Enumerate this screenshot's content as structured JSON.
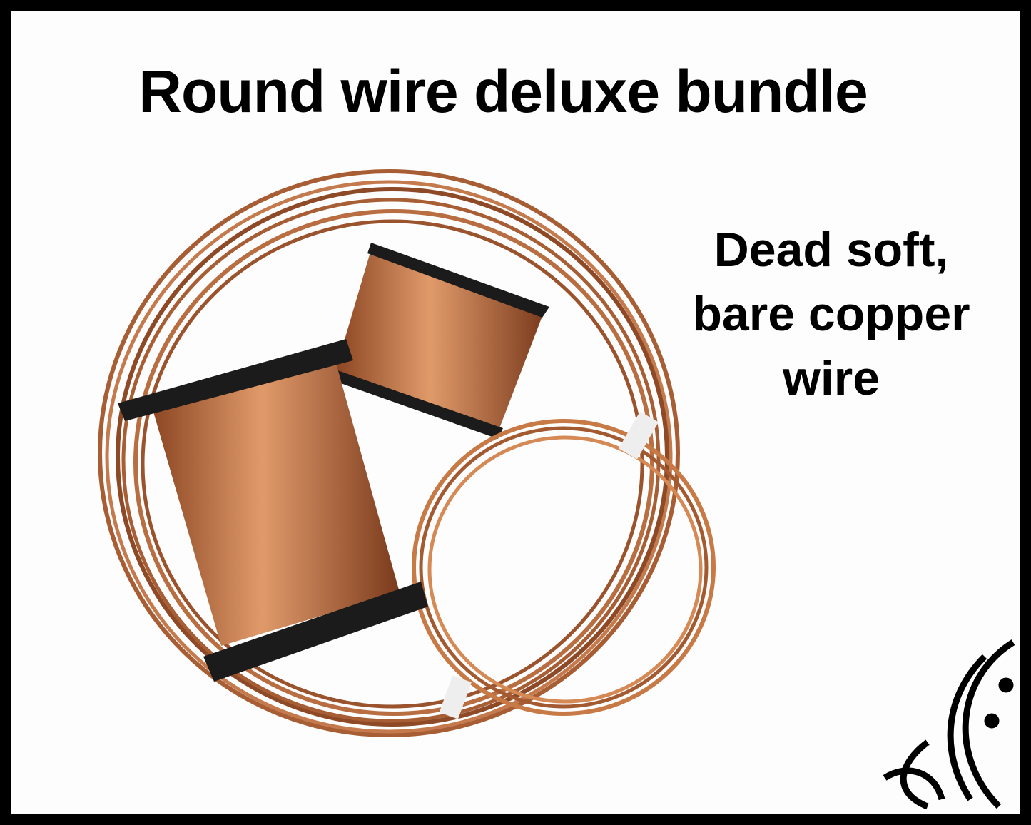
{
  "title": "Round wire deluxe bundle",
  "subtitle_lines": [
    "Dead soft,",
    "bare copper",
    "wire"
  ],
  "colors": {
    "copper": "#b86a3c",
    "copper_dark": "#7a3d1e",
    "spool": "#1b1b1b",
    "border": "#000000"
  }
}
